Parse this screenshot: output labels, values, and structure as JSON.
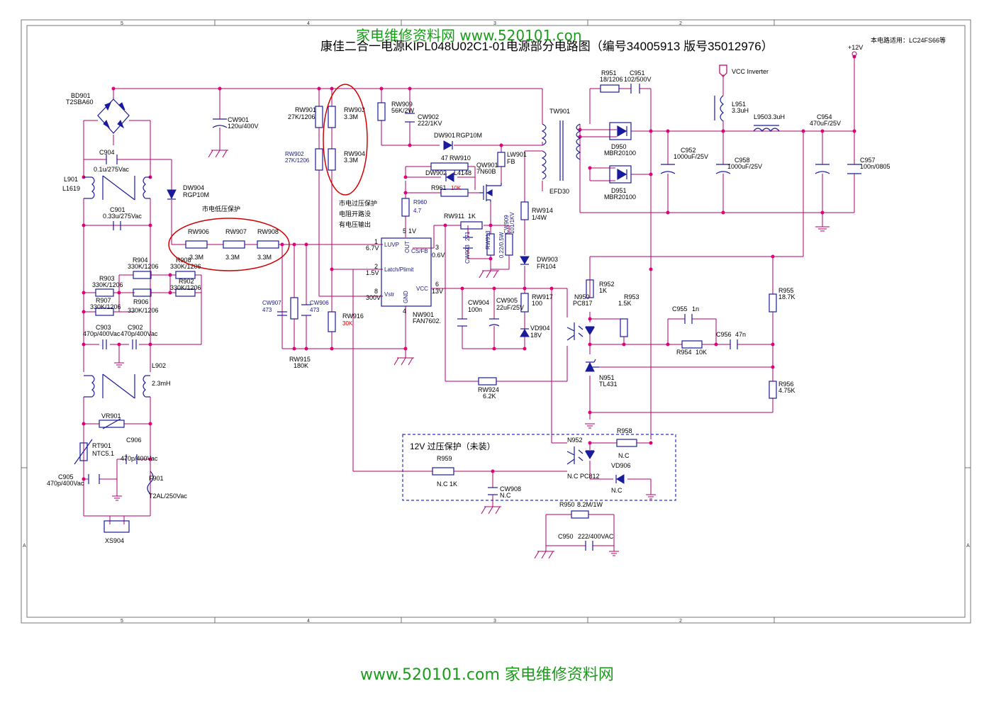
{
  "watermark_top": "家电维修资料网  www.520101.con",
  "watermark_bottom": "www.520101.com  家电维修资料网",
  "title": "康佳二合一电源KIPL048U02C1-01电源部分电路图（编号34005913  版号35012976）",
  "applies_to": "本电路适用：LC24FS66等",
  "frame_cols": [
    "5",
    "4",
    "3",
    "2"
  ],
  "frame_rows": [
    "A"
  ],
  "annotations": {
    "mains_low": "市电低压保护",
    "mains_over_1": "市电过压保护",
    "mains_over_2": "电阻开路没",
    "mains_over_3": "有电压输出",
    "ovp12": "12V 过压保护（未装）"
  },
  "ic": {
    "ref": "NW901",
    "part": "FAN7602.",
    "pins": [
      "LUVP",
      "Latch/Plimit",
      "Vstr",
      "GND",
      "VCC",
      "CS/FB",
      "OUT"
    ],
    "pin_nums": [
      "1",
      "2",
      "8",
      "4",
      "6",
      "3",
      "5"
    ],
    "volts": [
      "6.7V",
      "1.5V",
      "300V",
      "13V",
      "0.6V",
      "1V"
    ]
  },
  "power_rails": [
    "+12V",
    "VCC Inverter"
  ],
  "labels": {
    "BD901": "BD901",
    "BD901v": "T2SBA60",
    "C904": "C904",
    "C904v": "0.1u/275Vac",
    "L901": "L901",
    "L901v": "L1619",
    "C901": "C901",
    "C901v": "0.33u/275Vac",
    "R904": "R904",
    "R904v": "330K/1206",
    "R908": "R908",
    "R908v": "330K/1206",
    "R903": "R903",
    "R903v": "330K/1206",
    "R902": "R902",
    "R902v": "330K/1206",
    "R907": "R907",
    "R907v": "330K/1206",
    "R906": "R906",
    "R906v": "330K/1206",
    "C903": "C903",
    "C903v": "470p/400Vac",
    "C902": "C902",
    "C902v": "470p/400Vac",
    "L902": "L902",
    "L902v": "2.3mH",
    "VR901": "VR901",
    "RT901": "RT901",
    "RT901v": "NTC5.1",
    "C906": "C906",
    "C906v": "470p/400Vac",
    "F901": "F901",
    "F901v": "T2AL/250Vac",
    "C905": "C905",
    "C905v": "470p/400Vac",
    "XS904": "XS904",
    "CW901": "CW901",
    "CW901v": "120u/400V",
    "DW904": "DW904",
    "DW904v": "RGP10M",
    "RW906": "RW906",
    "RW907": "RW907",
    "RW908": "RW908",
    "v33M": "3.3M",
    "RW901": "RW901",
    "RW901v": "27K/1206",
    "RW902": "RW902",
    "RW902v": "27K/1206",
    "RW903": "RW903",
    "RW904": "RW904",
    "RW909": "RW909",
    "RW909v": "56K/2W",
    "CW902": "CW902",
    "CW902v": "222/1KV",
    "DW901": "DW901",
    "DW901v": "RGP10M",
    "RW910": "RW910",
    "RW910v": "47",
    "DW902": "DW902",
    "DW902v": "L4148",
    "QW901": "QW901",
    "QW901v": "7N60B",
    "LW901": "LW901",
    "LW901v": "FB",
    "R961": "R961",
    "R961v": "10K",
    "R960": "R960",
    "R960v": "4.7",
    "RW911": "RW911",
    "RW911v": "1K",
    "CW903": "CW903",
    "CW903v": "271",
    "RW913": "RW913",
    "RW913v": "0.22/0.5W",
    "CW909": "CW909",
    "CW909v": "101/1KV",
    "RW914": "RW914",
    "RW914v": "1/4W",
    "DW903": "DW903",
    "DW903v": "FR104",
    "RW917": "RW917",
    "RW917v": "100",
    "VD904": "VD904",
    "VD904v": "18V",
    "CW904": "CW904",
    "CW904v": "100n",
    "CW905": "CW905",
    "CW905v": "22uF/25V",
    "CW907": "CW907",
    "CW907v": "473",
    "CW906": "CW906",
    "CW906v": "473",
    "RW915": "RW915",
    "RW915v": "180K",
    "RW916": "RW916",
    "RW916v": "30K",
    "RW924": "RW924",
    "RW924v": "6.2K",
    "TW901": "TW901",
    "EFD30": "EFD30",
    "R951": "R951",
    "R951v": "18/1206",
    "C951": "C951",
    "C951v": "102/500V",
    "D950": "D950",
    "D950v": "MBR20100",
    "D951": "D951",
    "D951v": "MBR20100",
    "C952": "C952",
    "C952v": "1000uF/25V",
    "C958": "C958",
    "C958v": "1000uF/25V",
    "L951": "L951",
    "L951v": "3.3uH",
    "L9503": "L9503.3uH",
    "C954": "C954",
    "C954v": "470uF/25V",
    "C957": "C957",
    "C957v": "100n/0805",
    "N950": "N950",
    "N950v": "PC817",
    "R952": "R952",
    "R952v": "1K",
    "R953": "R953",
    "R953v": "1.5K",
    "C955": "C955",
    "C955v": "1n",
    "R954": "R954",
    "R954v": "10K",
    "C956": "C956",
    "C956v": "47n",
    "R955": "R955",
    "R955v": "18.7K",
    "N951": "N951",
    "N951v": "TL431",
    "R956": "R956",
    "R956v": "4.75K",
    "N952": "N952",
    "N952v": "N.C",
    "PC812": "PC812",
    "R958": "R958",
    "R958v": "N.C",
    "VD906": "VD906",
    "VD906v": "N.C",
    "R959": "R959",
    "R959v": "N.C  1K",
    "CW908": "CW908",
    "CW908v": "N.C",
    "R950": "R950",
    "R950v": "8.2M/1W",
    "C950": "C950",
    "C950v": "222/400VAC"
  },
  "colors": {
    "wire": "#b0006b",
    "component": "#1a1a9c",
    "watermark": "#1a9c1a",
    "highlight": "#d00000",
    "dashed_box": "#2233cc"
  }
}
